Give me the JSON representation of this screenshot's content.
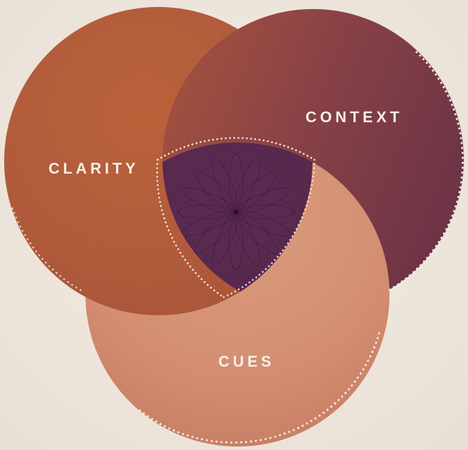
{
  "diagram": {
    "type": "venn",
    "labels": {
      "clarity": "CLARITY",
      "context": "CONTEXT",
      "cues": "CUES"
    },
    "colors": {
      "background": "#efe8df",
      "clarity": "#b35e3b",
      "context": "#7b3a45",
      "cues": "#d79277",
      "center": "#5a2a4f",
      "label_text": "#f7efe6",
      "dotted_outline": "#f5ede3"
    }
  }
}
